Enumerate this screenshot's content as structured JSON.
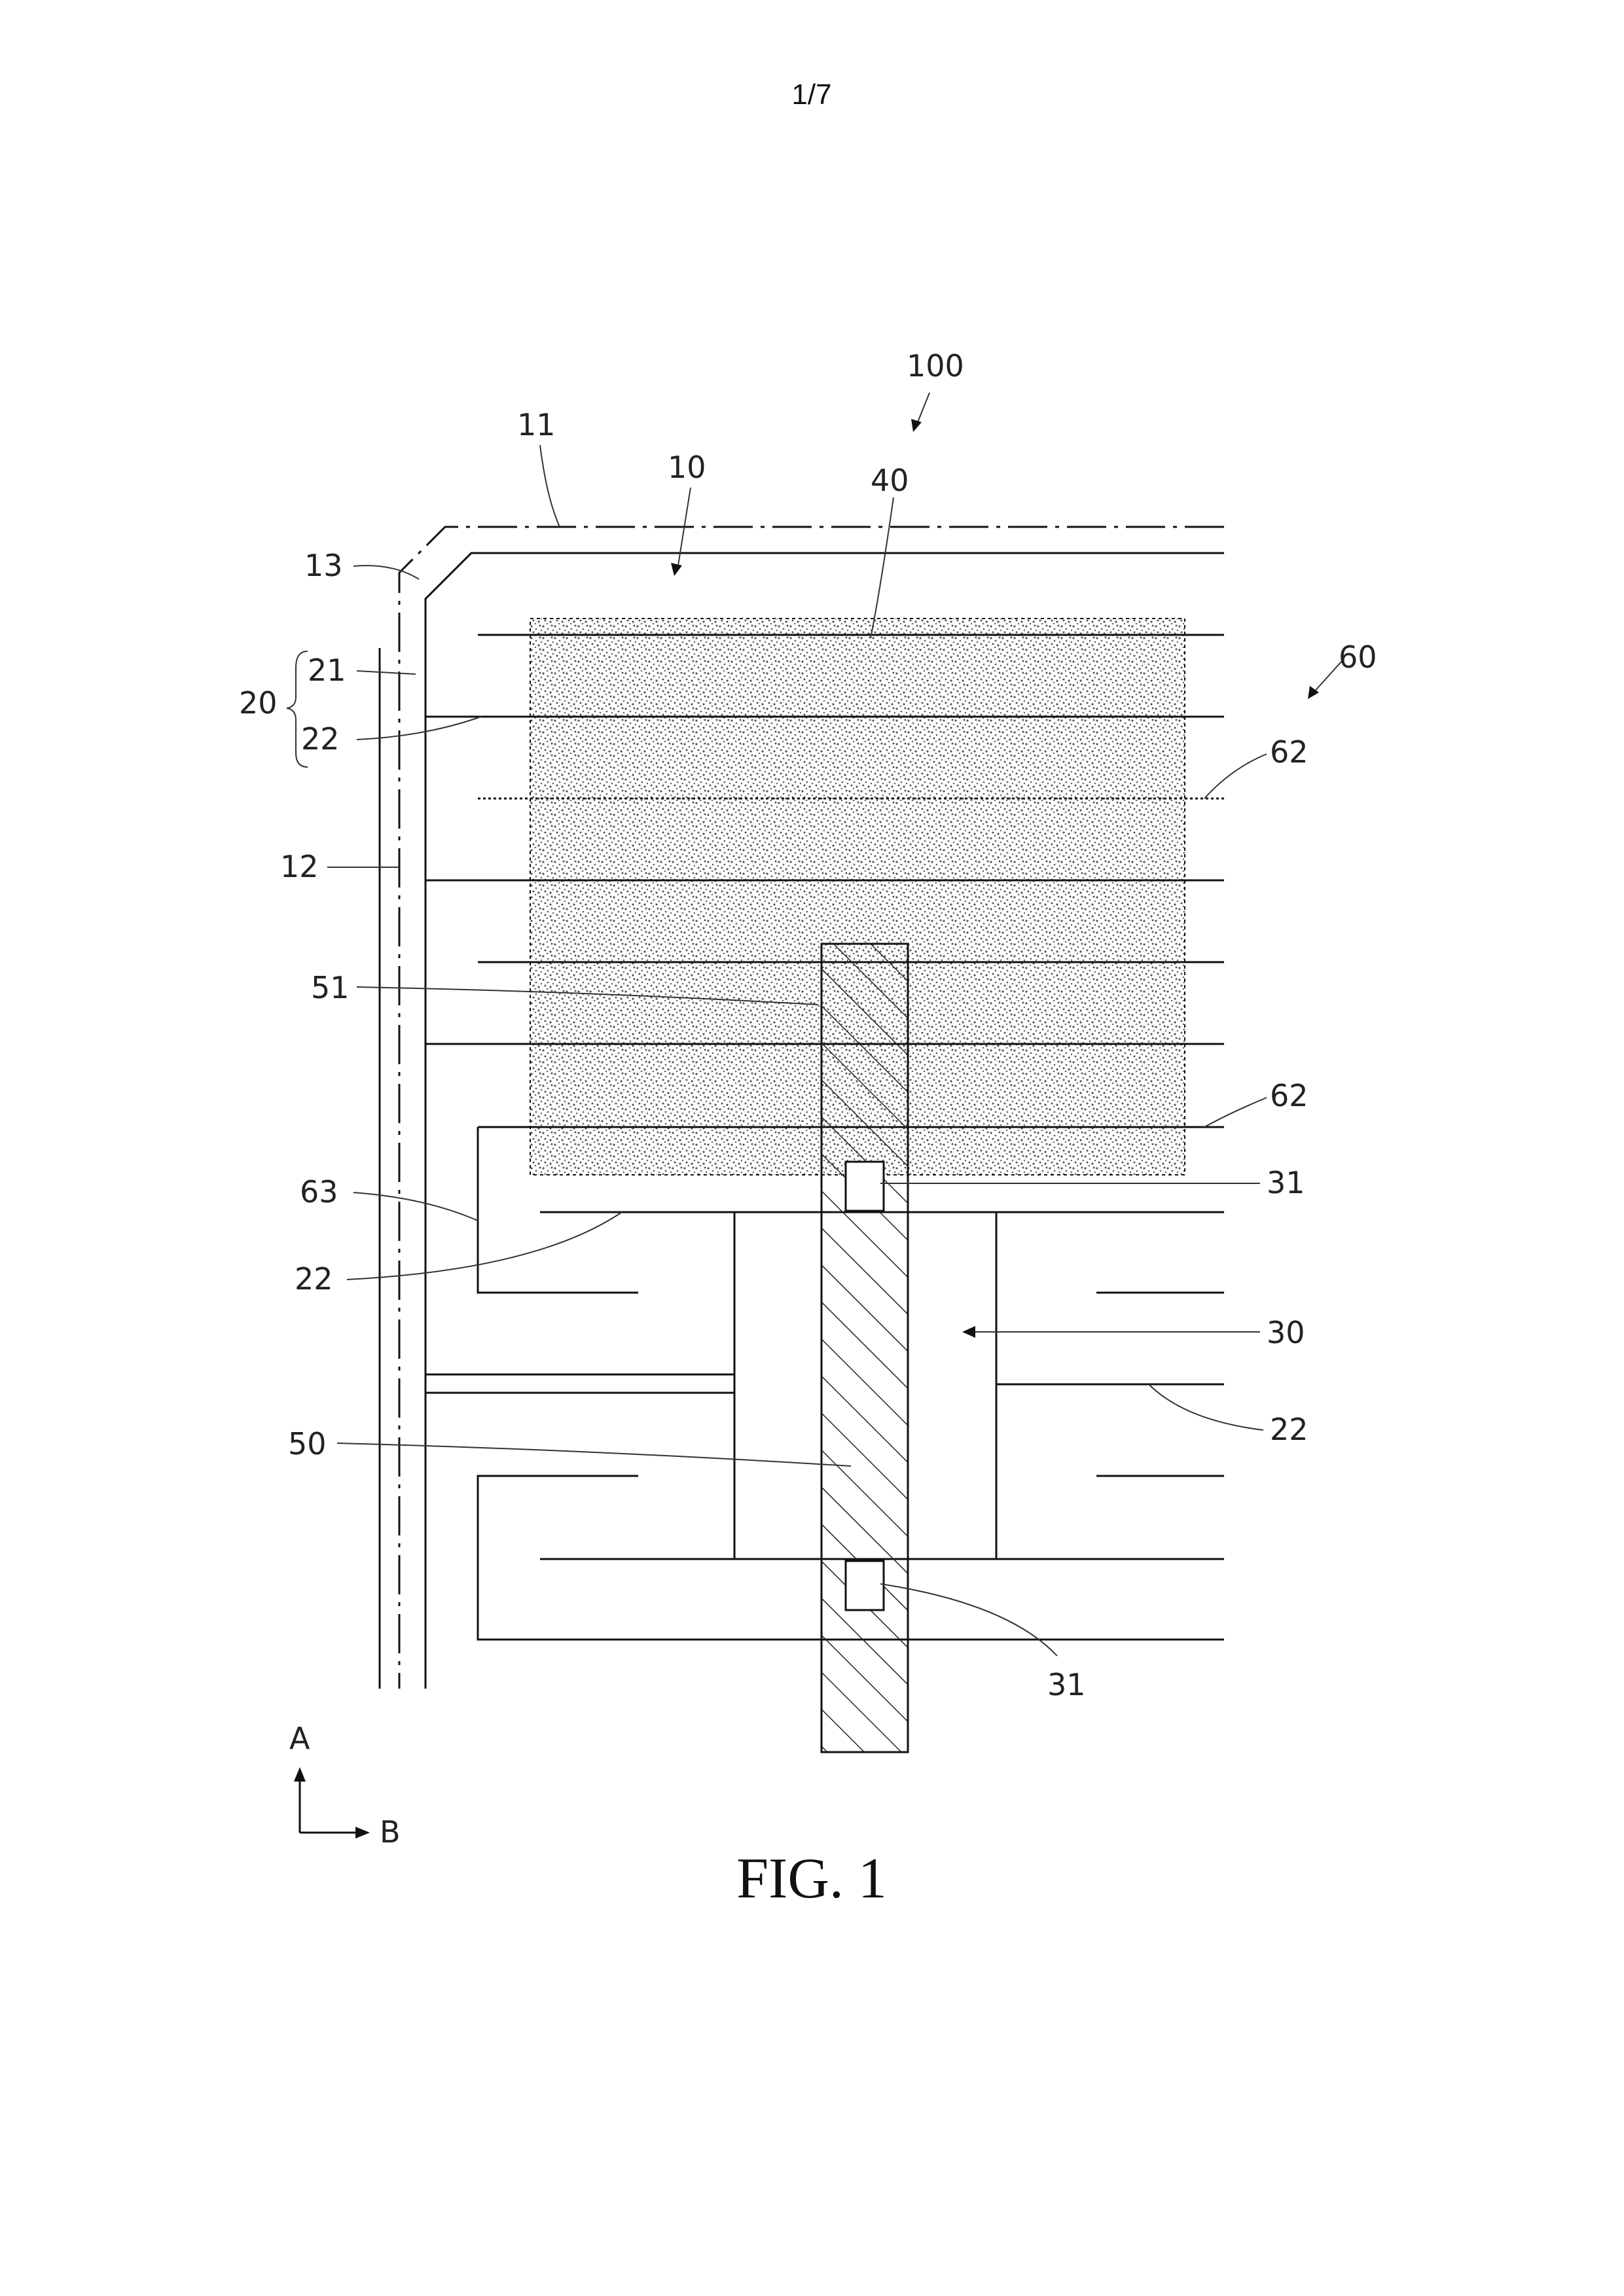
{
  "page_number": "1/7",
  "figure_caption": "FIG. 1",
  "labels": {
    "r100": "100",
    "r11": "11",
    "r10": "10",
    "r40": "40",
    "r13": "13",
    "r21": "21",
    "r20": "20",
    "r22a": "22",
    "r60": "60",
    "r62a": "62",
    "r12": "12",
    "r51": "51",
    "r62b": "62",
    "r31a": "31",
    "r63": "63",
    "r22b": "22",
    "r30": "30",
    "r22c": "22",
    "r50": "50",
    "r31b": "31",
    "axis_a": "A",
    "axis_b": "B"
  },
  "colors": {
    "line": "#111111",
    "stipple": "#9a9a9a",
    "hatch": "#222222"
  }
}
